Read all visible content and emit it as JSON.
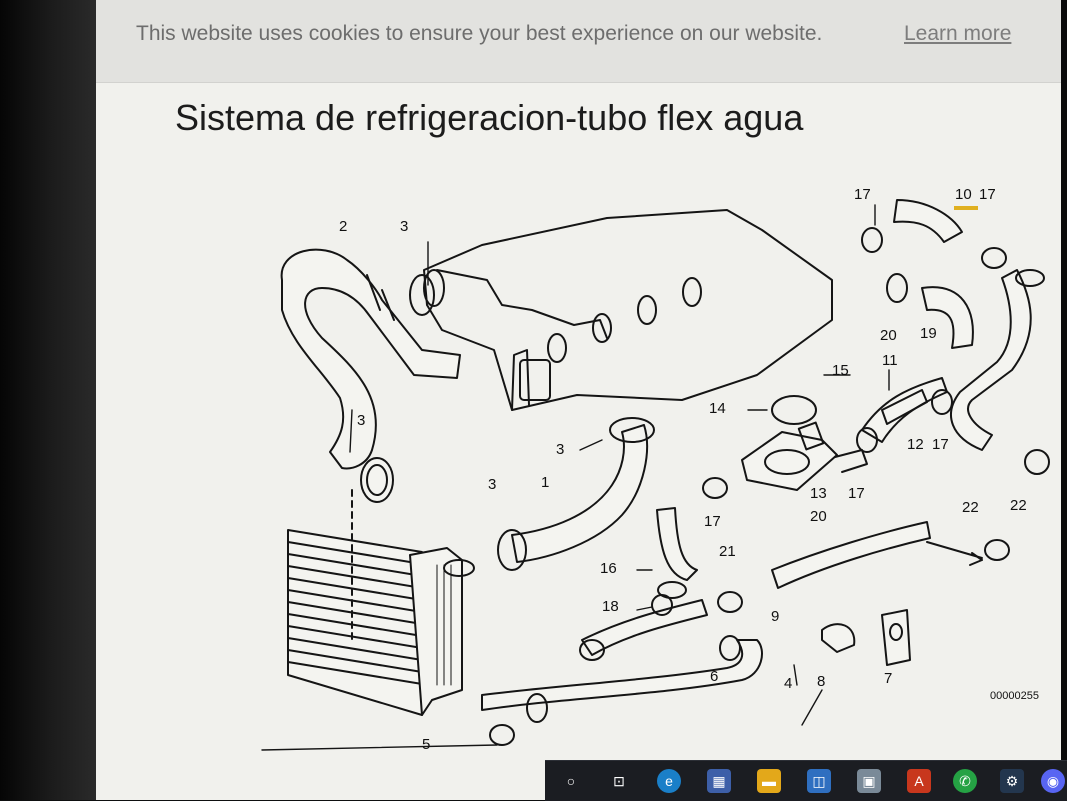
{
  "cookie_banner": {
    "text": "This website uses cookies to ensure your best experience on our website.",
    "link": "Learn more"
  },
  "title": "Sistema de refrigeracion-tubo flex agua",
  "diagram": {
    "labels": {
      "l17a": "17",
      "l10": "10",
      "l17b": "17",
      "l2": "2",
      "l3a": "3",
      "l20a": "20",
      "l19": "19",
      "l11": "11",
      "l15": "15",
      "l3b": "3",
      "l14": "14",
      "l12": "12",
      "l17c": "17",
      "l3c": "3",
      "l3d": "3",
      "l1": "1",
      "l13": "13",
      "l17d": "17",
      "l17e": "17",
      "l20b": "20",
      "l22a": "22",
      "l22b": "22",
      "l21": "21",
      "l16": "16",
      "l18": "18",
      "l9": "9",
      "l6": "6",
      "l4": "4",
      "l8": "8",
      "l7": "7",
      "l5": "5",
      "code": "00000255"
    },
    "highlight_color": "#e0b020"
  },
  "taskbar": {
    "icons": [
      "search-icon",
      "task-view-icon",
      "edge-icon",
      "calculator-icon",
      "file-explorer-icon",
      "store-icon",
      "scanner-icon",
      "autocad-icon",
      "whatsapp-icon",
      "steam-icon",
      "discord-icon"
    ]
  }
}
